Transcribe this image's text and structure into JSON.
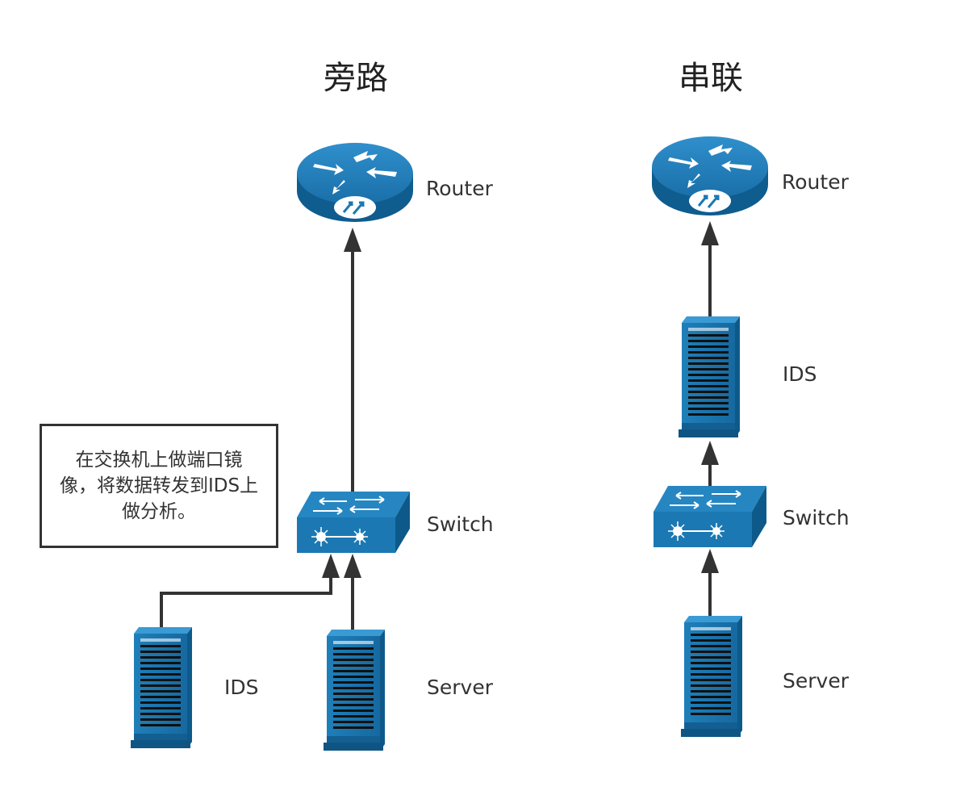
{
  "left": {
    "title": "旁路",
    "router_label": "Router",
    "switch_label": "Switch",
    "ids_label": "IDS",
    "server_label": "Server",
    "note": "在交换机上做端口镜像，将数据转发到IDS上做分析。"
  },
  "right": {
    "title": "串联",
    "router_label": "Router",
    "ids_label": "IDS",
    "switch_label": "Switch",
    "server_label": "Server"
  },
  "colors": {
    "device_blue": "#1b78b3",
    "device_dark": "#0d5a8a",
    "line": "#333333"
  }
}
